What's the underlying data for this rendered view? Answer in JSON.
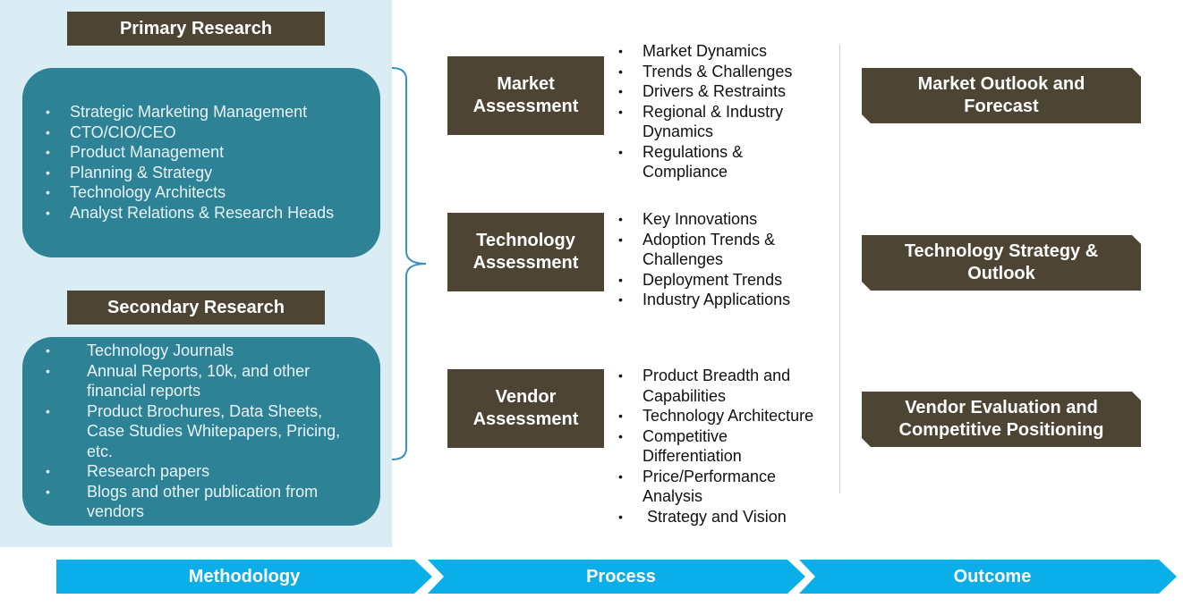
{
  "methodology": {
    "primary": {
      "title": "Primary Research",
      "items": [
        "Strategic Marketing Management",
        "CTO/CIO/CEO",
        "Product Management",
        "Planning & Strategy",
        "Technology Architects",
        "Analyst Relations & Research Heads"
      ]
    },
    "secondary": {
      "title": "Secondary Research",
      "items": [
        "Technology Journals",
        "Annual Reports, 10k, and other financial reports",
        "Product Brochures, Data Sheets, Case Studies Whitepapers, Pricing, etc.",
        "Research papers",
        "Blogs  and other publication from vendors"
      ]
    }
  },
  "process": {
    "market": {
      "title_line1": "Market",
      "title_line2": "Assessment",
      "items": [
        "Market Dynamics",
        "Trends & Challenges",
        "Drivers & Restraints",
        "Regional & Industry Dynamics",
        "Regulations & Compliance"
      ]
    },
    "technology": {
      "title_line1": "Technology",
      "title_line2": "Assessment",
      "items": [
        "Key Innovations",
        "Adoption Trends & Challenges",
        "Deployment Trends",
        "Industry Applications"
      ]
    },
    "vendor": {
      "title_line1": "Vendor",
      "title_line2": "Assessment",
      "items": [
        "Product Breadth and Capabilities",
        "Technology Architecture",
        "Competitive Differentiation",
        "Price/Performance Analysis",
        " Strategy and Vision"
      ]
    }
  },
  "outcome": {
    "market": {
      "line1": "Market Outlook and",
      "line2": "Forecast"
    },
    "technology": {
      "line1": "Technology Strategy &",
      "line2": "Outlook"
    },
    "vendor": {
      "line1": "Vendor Evaluation and",
      "line2": "Competitive Positioning"
    }
  },
  "stages": [
    "Methodology",
    "Process",
    "Outcome"
  ],
  "colors": {
    "panel_background": "#daedf4",
    "dark_box": "#4d4433",
    "teal_box": "#2e8296",
    "chevron": "#0aaee8",
    "brace": "#3a8fc4"
  }
}
